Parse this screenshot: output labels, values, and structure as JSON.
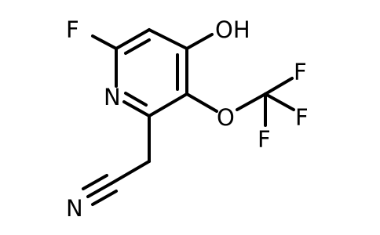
{
  "molecule": {
    "atoms": {
      "fluoro_top": "F",
      "hydroxyl": "OH",
      "ring_nitrogen": "N",
      "ether_oxygen": "O",
      "cf3_f_top": "F",
      "cf3_f_right": "F",
      "cf3_f_bottom": "F",
      "nitrile_nitrogen": "N"
    },
    "colors": {
      "bond": "#000000",
      "label": "#000000",
      "background": "#ffffff"
    }
  }
}
